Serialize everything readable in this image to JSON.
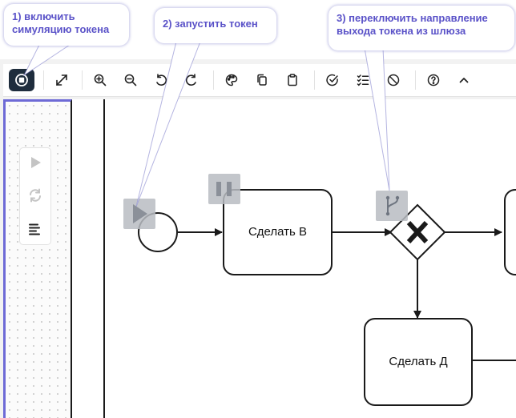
{
  "callouts": {
    "one": "1) включить\nсимуляцию токена",
    "two": "2) запустить токен",
    "three": "3) переключить направление\nвыхода токена из шлюза"
  },
  "toolbar": {
    "buttons": [
      {
        "name": "toggle-simulation-button",
        "icon": "record-stop-icon",
        "active": true
      },
      {
        "name": "fullscreen-button",
        "icon": "expand-icon"
      },
      {
        "name": "zoom-in-button",
        "icon": "zoom-in-icon"
      },
      {
        "name": "zoom-out-button",
        "icon": "zoom-out-icon"
      },
      {
        "name": "undo-button",
        "icon": "undo-icon"
      },
      {
        "name": "redo-button",
        "icon": "redo-icon"
      },
      {
        "name": "color-button",
        "icon": "palette-icon"
      },
      {
        "name": "copy-button",
        "icon": "copy-icon"
      },
      {
        "name": "paste-button",
        "icon": "clipboard-icon"
      },
      {
        "name": "validate-button",
        "icon": "check-circle-icon"
      },
      {
        "name": "checklist-button",
        "icon": "checklist-icon"
      },
      {
        "name": "disable-button",
        "icon": "ban-icon"
      },
      {
        "name": "help-button",
        "icon": "help-icon"
      },
      {
        "name": "collapse-button",
        "icon": "chevron-up-icon"
      }
    ]
  },
  "simulation_palette": [
    "play-icon",
    "reset-icon",
    "log-icon"
  ],
  "diagram": {
    "tasks": [
      {
        "label": "Сделать В"
      },
      {
        "label": "Сделать Д"
      }
    ],
    "gateway": "exclusive-gateway-x",
    "token_controls": [
      "play-token-icon",
      "pause-token-icon",
      "gateway-direction-icon"
    ]
  },
  "colors": {
    "accent": "#5a52c8",
    "toolbar_active": "#1f2d3d",
    "lane_border": "#6e6ad6",
    "overlay": "#9ea4ae"
  }
}
